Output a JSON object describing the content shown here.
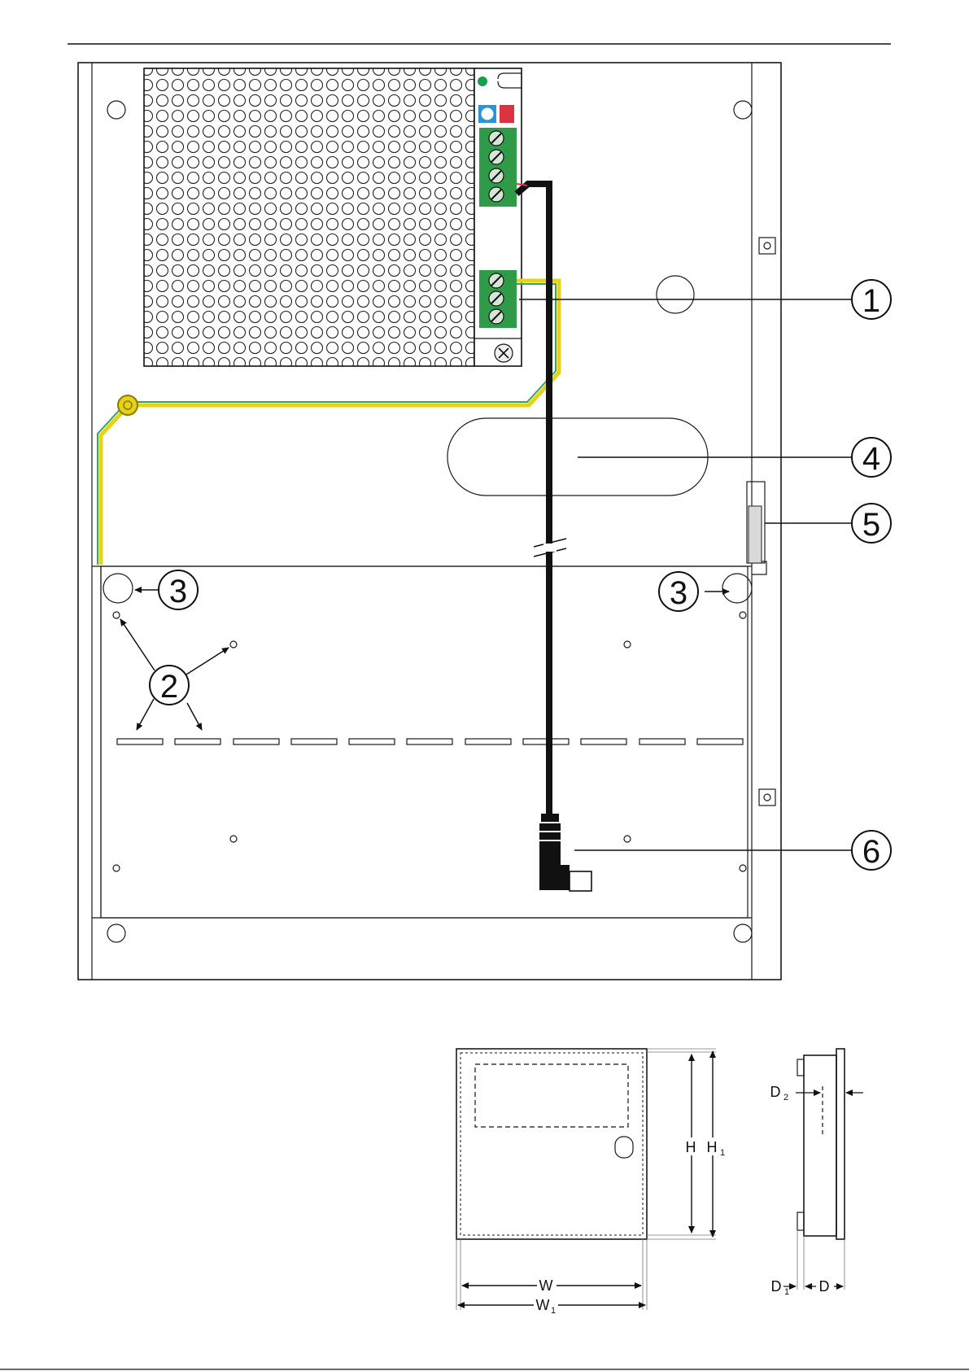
{
  "callouts": [
    {
      "id": "c1",
      "label": "1"
    },
    {
      "id": "c2",
      "label": "2"
    },
    {
      "id": "c3a",
      "label": "3"
    },
    {
      "id": "c3b",
      "label": "3"
    },
    {
      "id": "c4",
      "label": "4"
    },
    {
      "id": "c5",
      "label": "5"
    },
    {
      "id": "c6",
      "label": "6"
    }
  ],
  "dimensions": {
    "w": "W",
    "w1_base": "W",
    "w1_sub": "1",
    "h": "H",
    "h1_base": "H",
    "h1_sub": "1",
    "d": "D",
    "d1_base": "D",
    "d1_sub": "1",
    "d2_base": "D",
    "d2_sub": "2"
  },
  "colors": {
    "terminal_green": "#2f9a47",
    "earth_yellow": "#e6d21a",
    "earth_green": "#3aa35a",
    "led_green": "#16a04a",
    "trimmer_blue": "#2b93d6",
    "dip_red": "#d9343f",
    "cable_black": "#111111"
  }
}
